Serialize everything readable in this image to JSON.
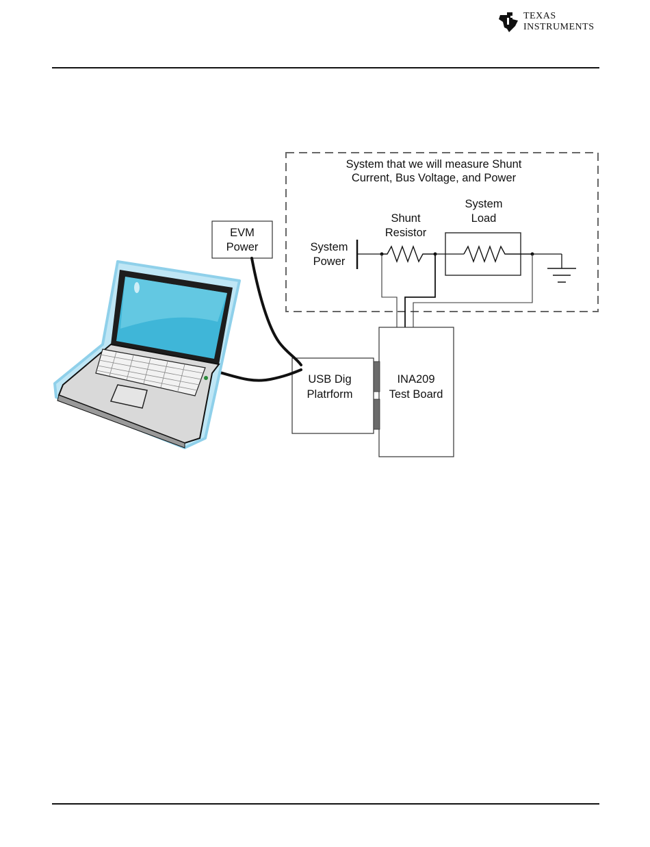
{
  "header": {
    "brand_line1": "Texas",
    "brand_line2": "Instruments"
  },
  "diagram": {
    "system_box_label_line1": "System that we will measure Shunt",
    "system_box_label_line2": "Current, Bus Voltage, and Power",
    "evm_power_line1": "EVM",
    "evm_power_line2": "Power",
    "system_power_line1": "System",
    "system_power_line2": "Power",
    "shunt_line1": "Shunt",
    "shunt_line2": "Resistor",
    "load_line1": "System",
    "load_line2": "Load",
    "usb_line1": "USB Dig",
    "usb_line2": "Platrform",
    "ina_line1": "INA209",
    "ina_line2": "Test Board"
  }
}
